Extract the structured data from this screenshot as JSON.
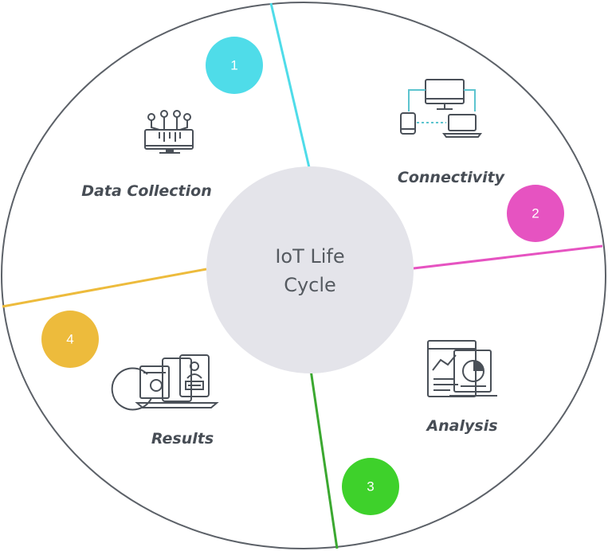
{
  "center": {
    "line1": "IoT Life",
    "line2": "Cycle"
  },
  "steps": [
    {
      "number": "1",
      "label": "Data Collection",
      "icon": "data-collection-icon",
      "color": "#4fdce9"
    },
    {
      "number": "2",
      "label": "Connectivity",
      "icon": "connectivity-devices-icon",
      "color": "#e653c1"
    },
    {
      "number": "3",
      "label": "Analysis",
      "icon": "analysis-dashboard-icon",
      "color": "#3ed12b"
    },
    {
      "number": "4",
      "label": "Results",
      "icon": "results-icon",
      "color": "#edbb3c"
    }
  ],
  "colors": {
    "outer_ring": "#5c6168",
    "center_fill": "#e4e4ea",
    "text": "#4a5058"
  }
}
